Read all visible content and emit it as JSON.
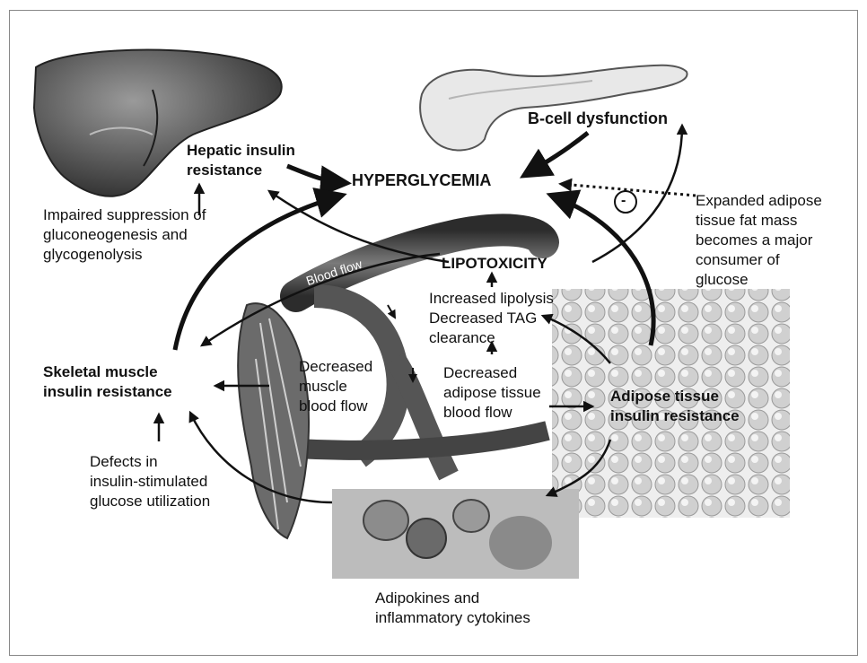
{
  "nodes": {
    "hyperglycemia": "HYPERGLYCEMIA",
    "lipotoxicity": "LIPOTOXICITY",
    "hepatic": [
      "Hepatic insulin",
      "resistance"
    ],
    "bcell": "B-cell dysfunction",
    "impaired": [
      "Impaired suppression of",
      "gluconeogenesis and",
      "glycogenolysis"
    ],
    "expanded": [
      "Expanded adipose",
      "tissue fat mass",
      "becomes a major",
      "consumer of",
      "glucose"
    ],
    "inhibit_sign": "-",
    "blood_flow": "Blood flow",
    "lipolysis": [
      "Increased lipolysis",
      "Decreased TAG",
      "clearance"
    ],
    "muscle_flow": [
      "Decreased",
      "muscle",
      "blood flow"
    ],
    "adipose_flow": [
      "Decreased",
      "adipose tissue",
      "blood flow"
    ],
    "skeletal": [
      "Skeletal muscle",
      "insulin resistance"
    ],
    "adipose_ir": [
      "Adipose tissue",
      "insulin resistance"
    ],
    "defects": [
      "Defects in",
      "insulin-stimulated",
      "glucose utilization"
    ],
    "adipokines": [
      "Adipokines and",
      "inflammatory cytokines"
    ]
  },
  "colors": {
    "ink": "#111111",
    "gray": "#555555",
    "fat": "#d8d8d8"
  }
}
